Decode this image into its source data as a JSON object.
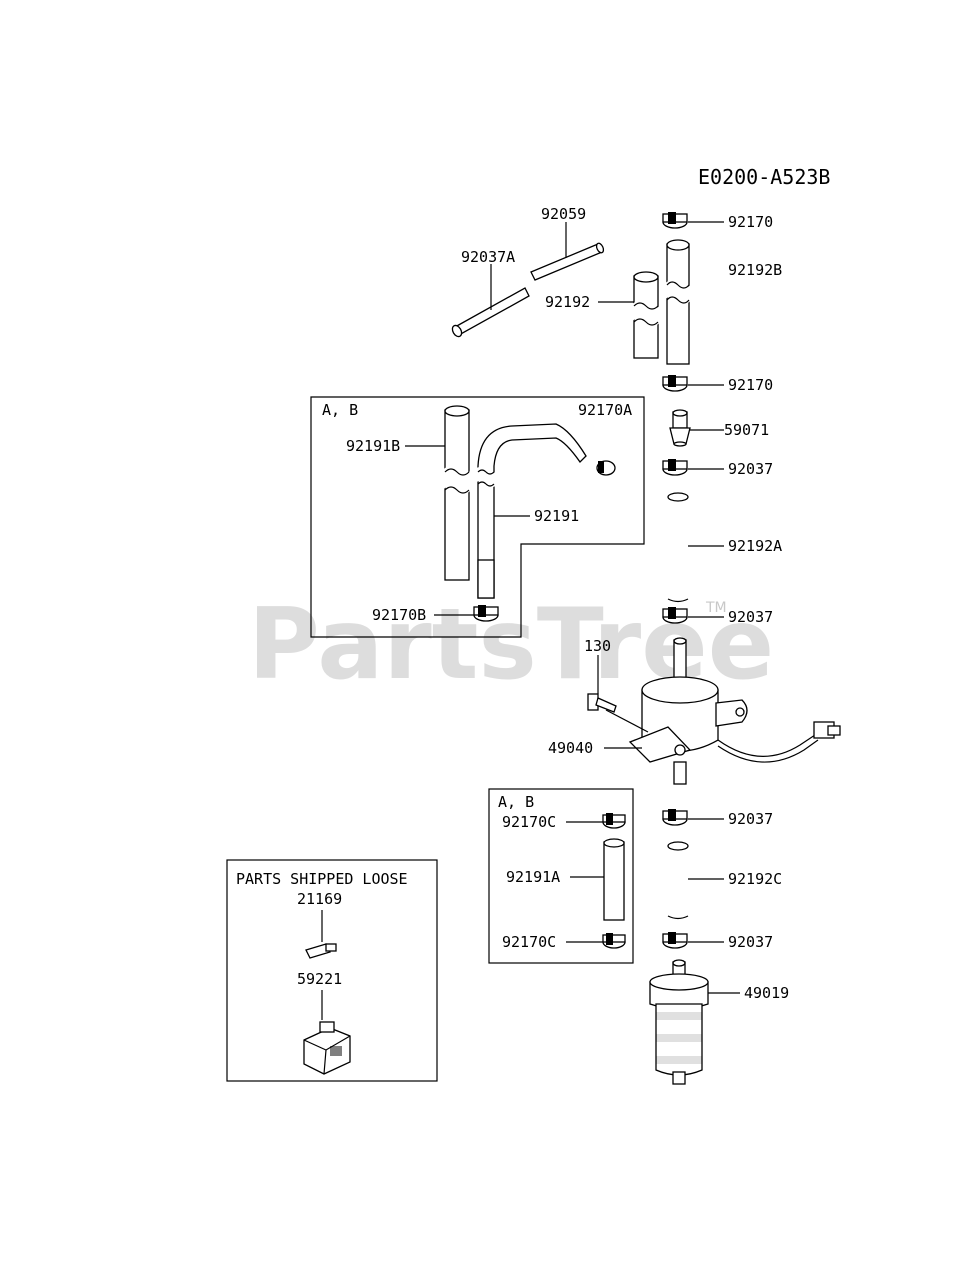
{
  "diagram_code": "E0200-A523B",
  "watermark": "PartsTree",
  "watermark_tm": "TM",
  "group_ab_top": "A, B",
  "group_ab_bottom": "A, B",
  "loose_box": {
    "title": "PARTS SHIPPED LOOSE",
    "part_a": "21169",
    "part_b": "59221"
  },
  "labels": {
    "p92059": "92059",
    "p92037A": "92037A",
    "p92192": "92192",
    "p92170_top": "92170",
    "p92192B": "92192B",
    "p92170_mid": "92170",
    "p92170A": "92170A",
    "p59071": "59071",
    "p92191B": "92191B",
    "p92037_1": "92037",
    "p92191": "92191",
    "p92192A": "92192A",
    "p92170B": "92170B",
    "p92037_2": "92037",
    "p130": "130",
    "p49040": "49040",
    "p92170C_1": "92170C",
    "p92037_3": "92037",
    "p92191A": "92191A",
    "p92192C": "92192C",
    "p92170C_2": "92170C",
    "p92037_4": "92037",
    "p49019": "49019"
  }
}
